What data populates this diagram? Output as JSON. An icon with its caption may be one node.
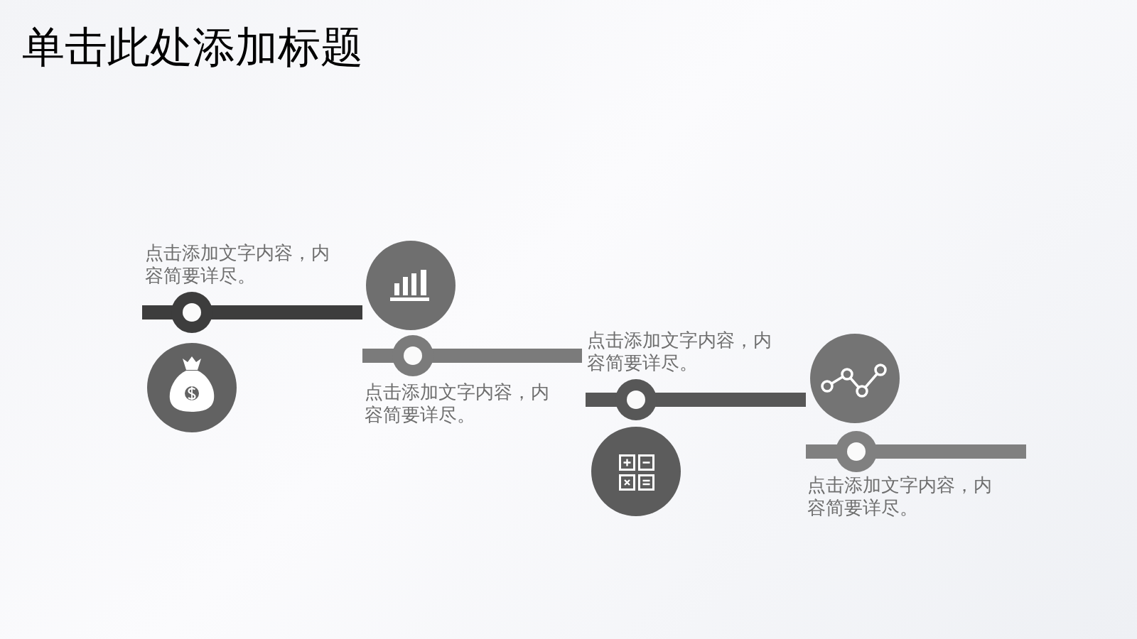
{
  "diagram": {
    "title": "单击此处添加标题",
    "nodes": [
      {
        "text": [],
        "shape": "bar",
        "beside": [
          "点击添加文字内容，内容简要详尽。"
        ]
      },
      {
        "text": [],
        "shape": "circle"
      },
      {
        "text": [],
        "shape": "circle"
      },
      {
        "text": [],
        "shape": "bar",
        "beside": [
          "点击添加文字内容，内容简要详尽。"
        ]
      },
      {
        "text": [],
        "shape": "bar",
        "beside": [
          "点击添加文字内容，内容简要详尽。"
        ]
      },
      {
        "text": [],
        "shape": "circle"
      },
      {
        "text": [],
        "shape": "circle"
      },
      {
        "text": [],
        "shape": "bar",
        "beside": [
          "点击添加文字内容，内容简要详尽。"
        ]
      }
    ]
  }
}
